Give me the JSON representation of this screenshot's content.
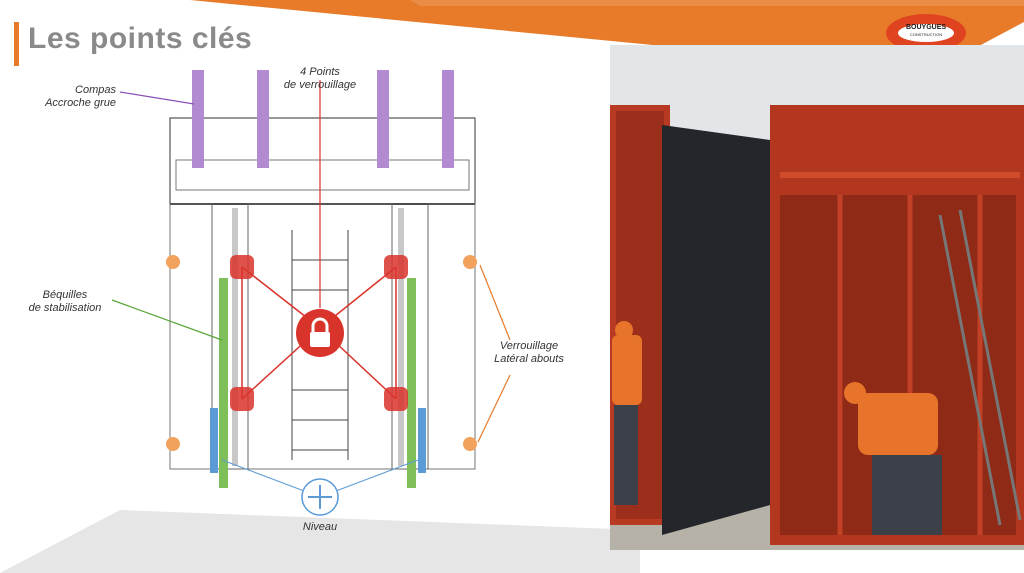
{
  "slide": {
    "title": "Les points clés",
    "brand": {
      "name": "BOUYGUES",
      "sub": "CONSTRUCTION"
    },
    "accent_color": "#e77b2a"
  },
  "diagram": {
    "labels": {
      "compas": [
        "Compas",
        "Accroche grue"
      ],
      "verrouillage": [
        "4 Points",
        "de verrouillage"
      ],
      "bequilles": [
        "Béquilles",
        "de stabilisation"
      ],
      "lateral": [
        "Verrouillage",
        "Latéral abouts"
      ],
      "niveau": "Niveau"
    },
    "colors": {
      "compas": "#b28ad1",
      "verrouillage": "#d9342b",
      "bequilles": "#7fbf5a",
      "lateral": "#f2a25c",
      "niveau": "#5b9bd5"
    }
  },
  "photo": {
    "description_icon": "construction-site-photo"
  }
}
